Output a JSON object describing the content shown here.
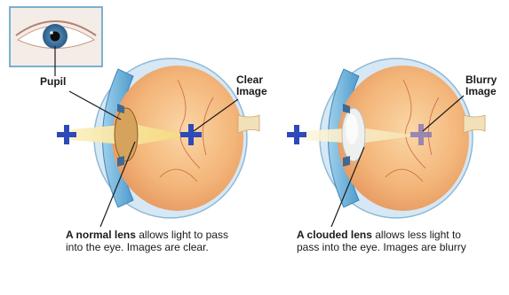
{
  "inset": {
    "label": "Pupil"
  },
  "left_eye": {
    "image_label_line1": "Clear",
    "image_label_line2": "Image",
    "caption_bold": "A normal lens",
    "caption_rest": " allows light to pass",
    "caption_line2": "into the eye. Images are clear."
  },
  "right_eye": {
    "image_label_line1": "Blurry",
    "image_label_line2": "Image",
    "caption_bold": "A clouded lens",
    "caption_rest": " allows less light to",
    "caption_line2": "pass into the eye. Images are blurry"
  },
  "colors": {
    "plus_left": "#2e49b8",
    "plus_clear": "#2e49b8",
    "plus_blurry": "#8a7ab8",
    "light_beam": "#f7e39a",
    "eyeball": "#f3b579",
    "cornea": "#6fb4dc",
    "frame": "#5b9fc7"
  }
}
